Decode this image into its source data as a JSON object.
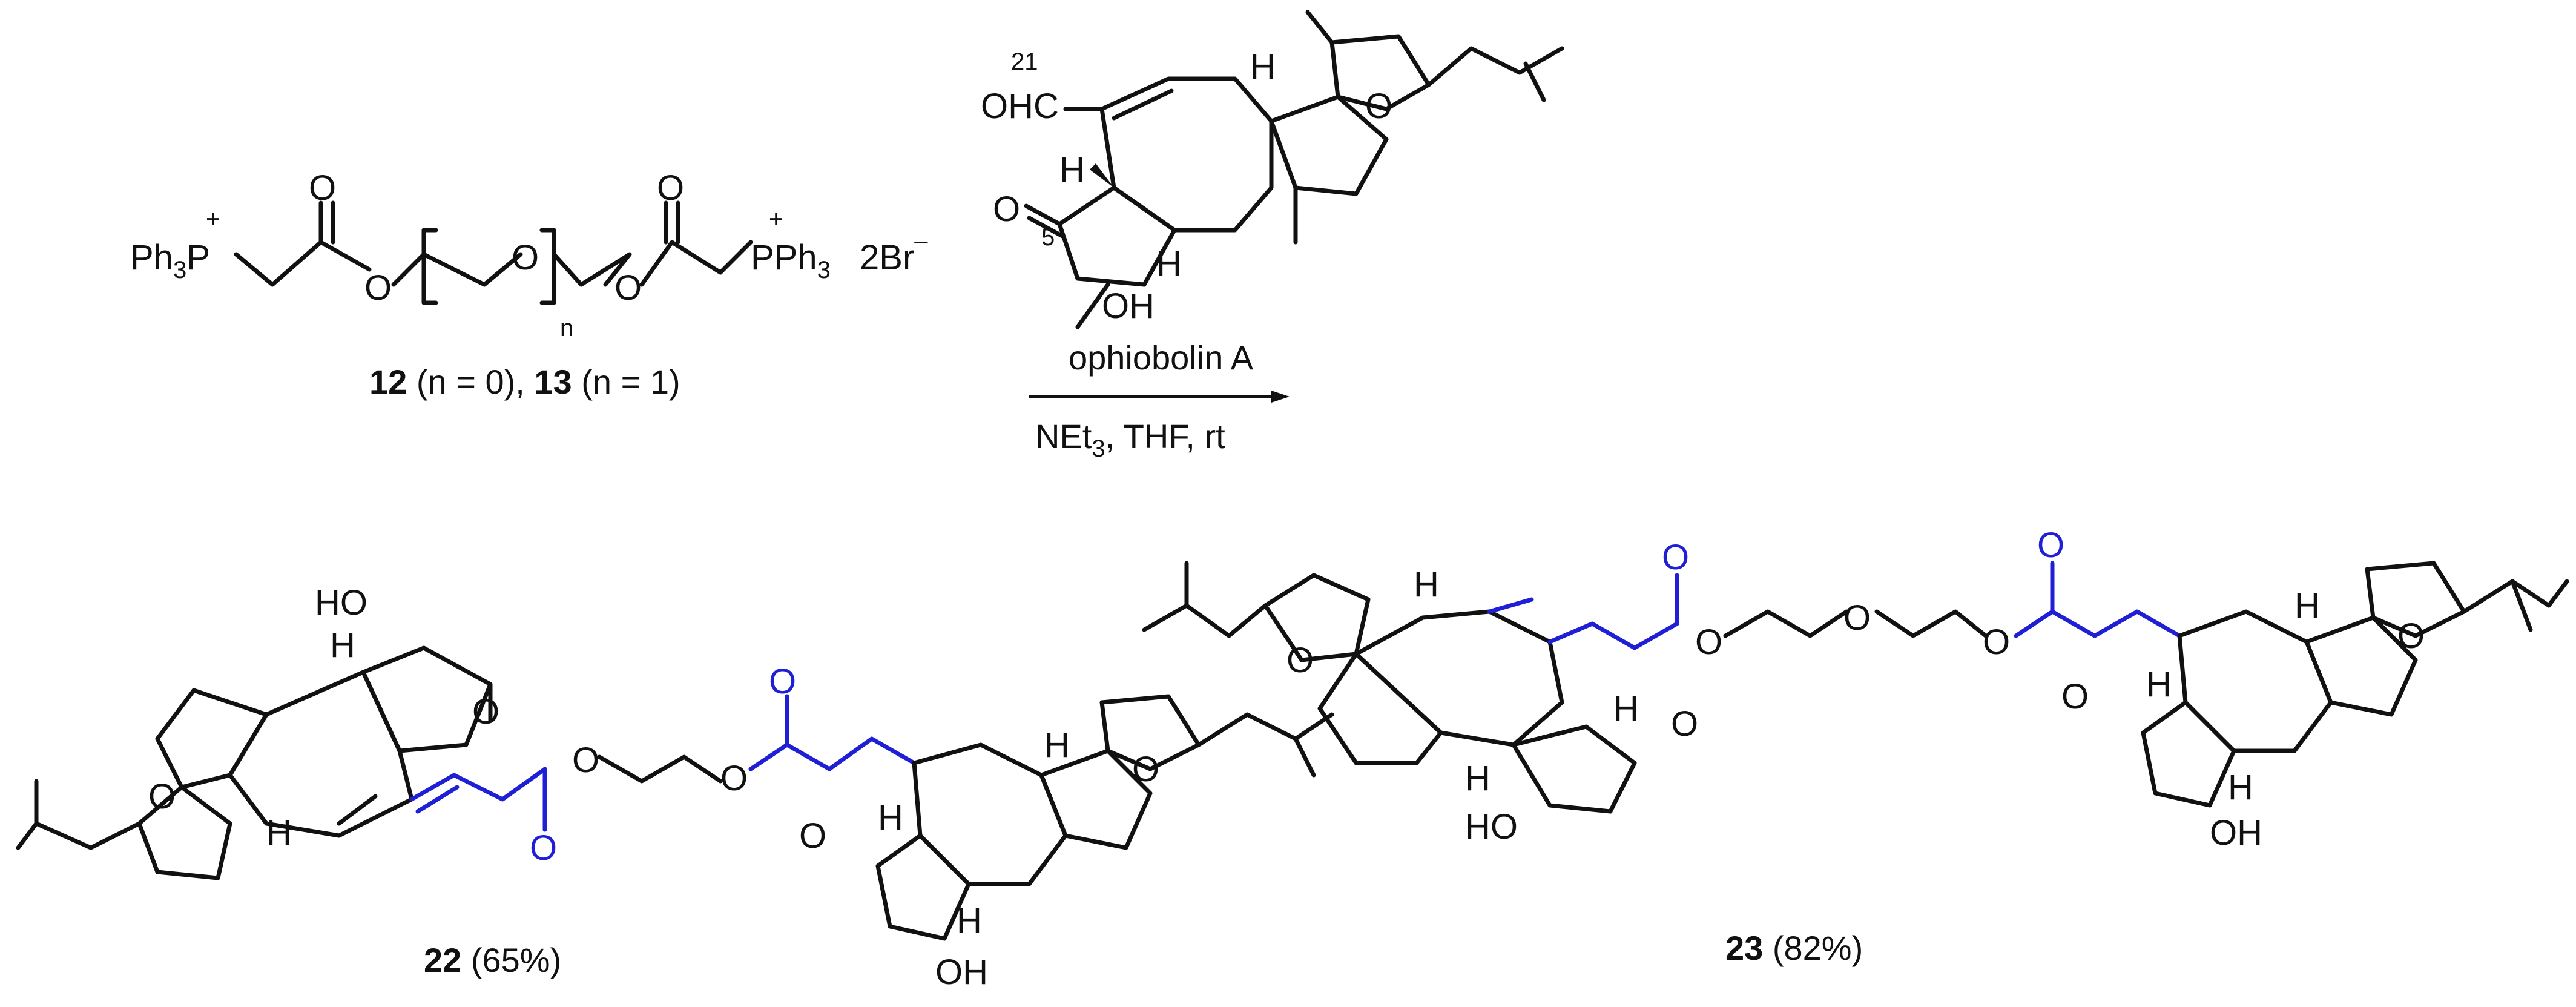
{
  "reagent": {
    "ph3p_left": "Ph",
    "ph3p_left_sub": "3",
    "p_left": "P",
    "plus": "+",
    "o_ester1": "O",
    "o_carbonyl1": "O",
    "o_ether": "O",
    "subscript_n": "n",
    "o_ester2": "O",
    "o_carbonyl2": "O",
    "p_right": "PPh",
    "p_right_sub": "3",
    "counterion": "2Br",
    "counterion_charge": "–",
    "compound_12": "12",
    "label_12_text": " (n = 0), ",
    "compound_13": "13",
    "label_13_text": " (n = 1)"
  },
  "ophiobolin": {
    "num_21": "21",
    "aldehyde": "OHC",
    "h_top": "H",
    "o_ring": "O",
    "h_left": "H",
    "ketone_o": "O",
    "num_5": "5",
    "h_bottom": "H",
    "oh": "OH"
  },
  "arrow": {
    "above": "ophiobolin A",
    "below_prefix": "NEt",
    "below_sub": "3",
    "below_suffix": ", THF, rt"
  },
  "product22": {
    "ho": "HO",
    "h1": "H",
    "o_ketone": "O",
    "o_ring": "O",
    "h2": "H",
    "o_carbonyl_blue": "O",
    "o_ester_a": "O",
    "o_ester_b": "O",
    "o_carbonyl_blue2": "O",
    "h3": "H",
    "o_ring2": "O",
    "o_ketone2": "O",
    "h4": "H",
    "h5": "H",
    "oh": "OH",
    "label": "22",
    "yield": " (65%)"
  },
  "product23": {
    "o_carbonyl_blue": "O",
    "o_carbonyl_blue2": "O",
    "h1": "H",
    "o_ring": "O",
    "h2": "H",
    "o_ketone": "O",
    "o_ester_a": "O",
    "o_ether": "O",
    "o_ester_b": "O",
    "h3": "H",
    "ho": "HO",
    "h4": "H",
    "o_ring2": "O",
    "h5": "H",
    "o_ketone2": "O",
    "h6": "H",
    "oh": "OH",
    "label": "23",
    "yield": " (82%)"
  },
  "colors": {
    "ink": "#111111",
    "highlight": "#1f1fd6"
  }
}
